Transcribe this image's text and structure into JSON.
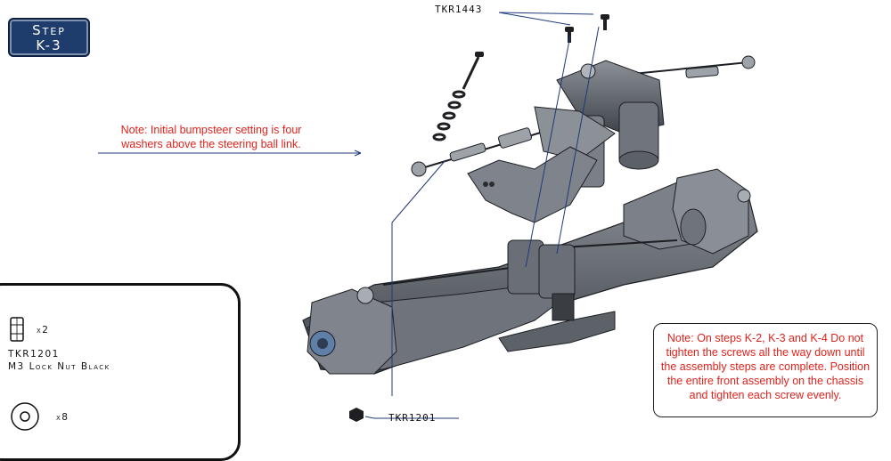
{
  "step": {
    "line1": "Step",
    "line2": "K-3"
  },
  "callouts": {
    "tkr1443": "TKR1443",
    "tkr1201": "TKR1201"
  },
  "notes": {
    "bumpsteer": [
      "Note: Initial bumpsteer setting is four",
      "washers above the steering ball link."
    ],
    "assembly": [
      "Note: On steps K-2, K-3 and K-4 Do not",
      "tighten the screws all the way down until",
      "the assembly steps are complete. Position",
      "the entire front assembly on the chassis",
      "and tighten each screw evenly."
    ]
  },
  "parts_list": {
    "lock_nut": {
      "qty": "x2",
      "part_no": "TKR1201",
      "name": "M3 Lock Nut Black"
    },
    "washer": {
      "qty": "x8"
    }
  },
  "colors": {
    "badge": "#1e3c6c",
    "note_text": "#e0231c",
    "leader_line": "#1f3a7a"
  }
}
